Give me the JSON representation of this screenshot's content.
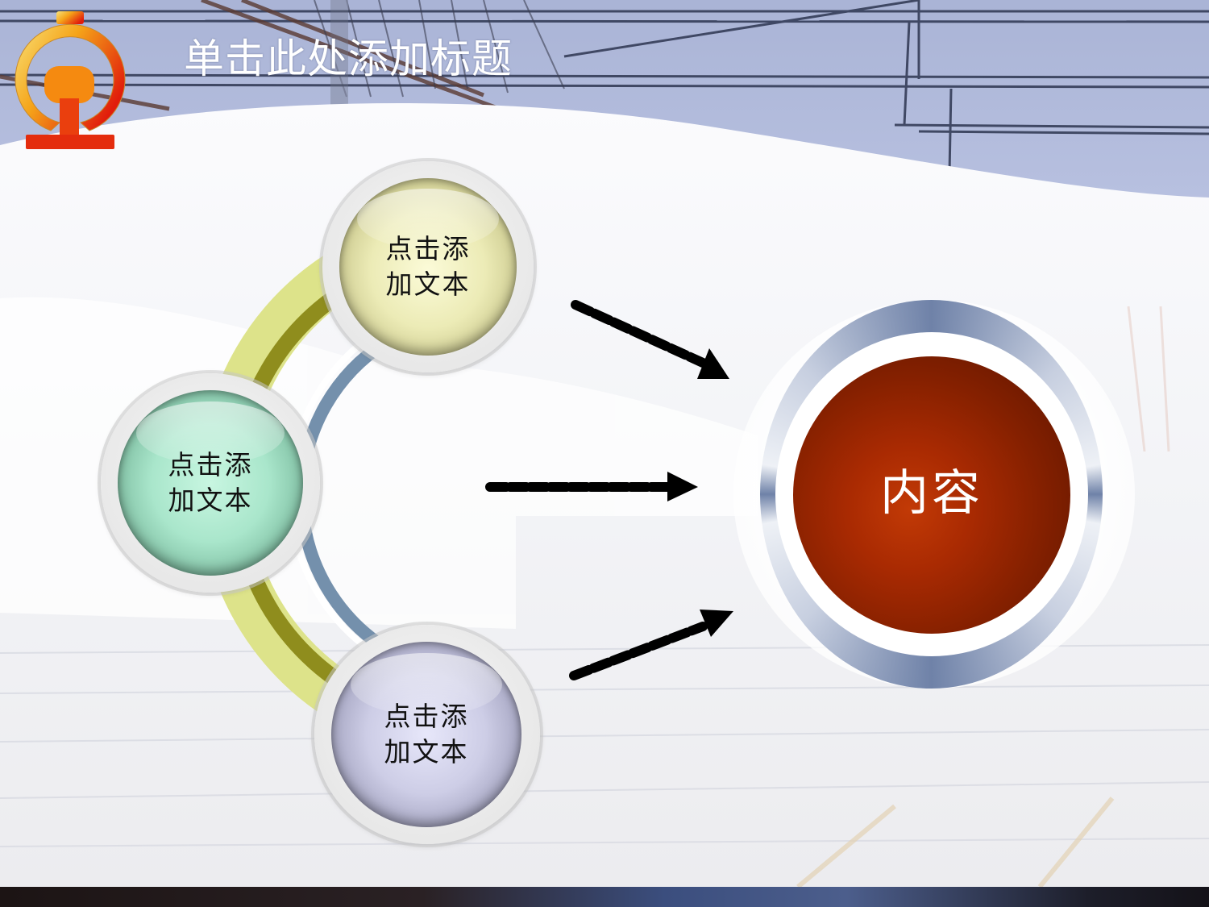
{
  "slide": {
    "title": "单击此处添加标题",
    "logo": {
      "icon": "railway-logo-icon",
      "colors": [
        "#f5d45a",
        "#f39a10",
        "#e4260d"
      ]
    }
  },
  "diagram": {
    "nodes": [
      {
        "id": "top",
        "line1": "点击添",
        "line2": "加文本",
        "color": "#ecebb6"
      },
      {
        "id": "middle",
        "line1": "点击添",
        "line2": "加文本",
        "color": "#a9e6cb"
      },
      {
        "id": "bottom",
        "line1": "点击添",
        "line2": "加文本",
        "color": "#cdcde6"
      }
    ],
    "target": {
      "label": "内容",
      "color": "#a92a02",
      "ring_color": "#6f82a8"
    },
    "arrows": [
      {
        "from": "top",
        "to": "target",
        "style": "dashed",
        "direction": "down-right"
      },
      {
        "from": "middle",
        "to": "target",
        "style": "dashed",
        "direction": "right"
      },
      {
        "from": "bottom",
        "to": "target",
        "style": "dashed",
        "direction": "up-right"
      }
    ],
    "arc_colors": {
      "light": "#dde38a",
      "dark": "#8f8d1d",
      "blue": "#7490ac"
    }
  }
}
